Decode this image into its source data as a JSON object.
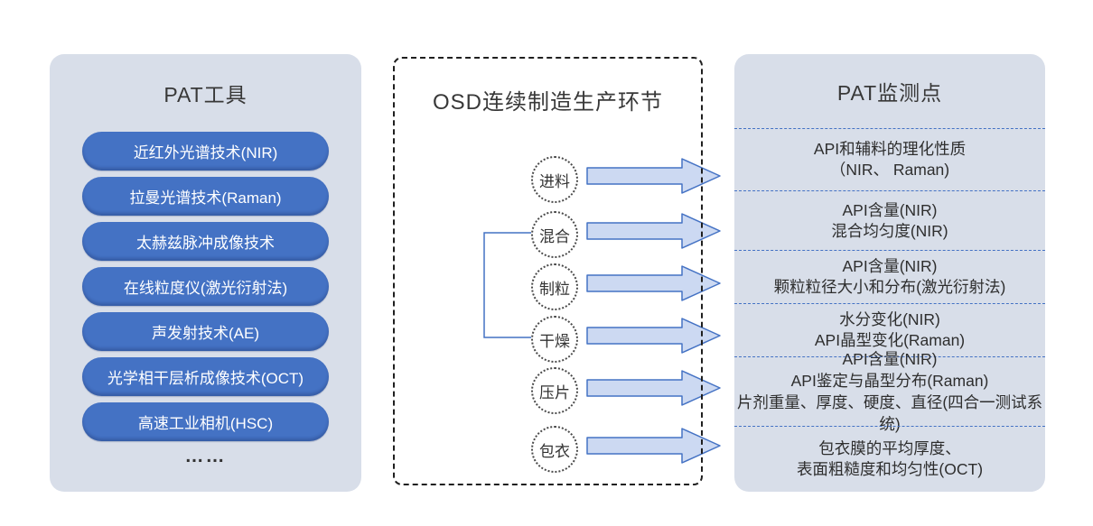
{
  "left_panel": {
    "title": "PAT工具",
    "tools": [
      "近红外光谱技术(NIR)",
      "拉曼光谱技术(Raman)",
      "太赫兹脉冲成像技术",
      "在线粒度仪(激光衍射法)",
      "声发射技术(AE)",
      "光学相干层析成像技术(OCT)",
      "高速工业相机(HSC)"
    ],
    "ellipsis": "……"
  },
  "middle_panel": {
    "title": "OSD连续制造生产环节",
    "steps": [
      "进料",
      "混合",
      "制粒",
      "干燥",
      "压片",
      "包衣"
    ]
  },
  "right_panel": {
    "title": "PAT监测点",
    "monitor_points": [
      [
        "API和辅料的理化性质",
        "（NIR、 Raman)"
      ],
      [
        "API含量(NIR)",
        "混合均匀度(NIR)"
      ],
      [
        "API含量(NIR)",
        "颗粒粒径大小和分布(激光衍射法)"
      ],
      [
        "水分变化(NIR)",
        "API晶型变化(Raman)"
      ],
      [
        "API含量(NIR)",
        "API鉴定与晶型分布(Raman)",
        "片剂重量、厚度、硬度、直径(四合一测试系统)"
      ],
      [
        "包衣膜的平均厚度、",
        "表面粗糙度和均匀性(OCT)"
      ]
    ]
  },
  "icons": {
    "flow_arrow": "right-block-arrow",
    "merge_bracket": "left-bracket-connector"
  },
  "colors": {
    "panel_bg": "#d8dee9",
    "pill_bg": "#4472c4",
    "accent_blue": "#4472c4",
    "arrow_fill": "#ccd9f2",
    "title_color": "#383838",
    "text_color": "#2e2e2e"
  }
}
